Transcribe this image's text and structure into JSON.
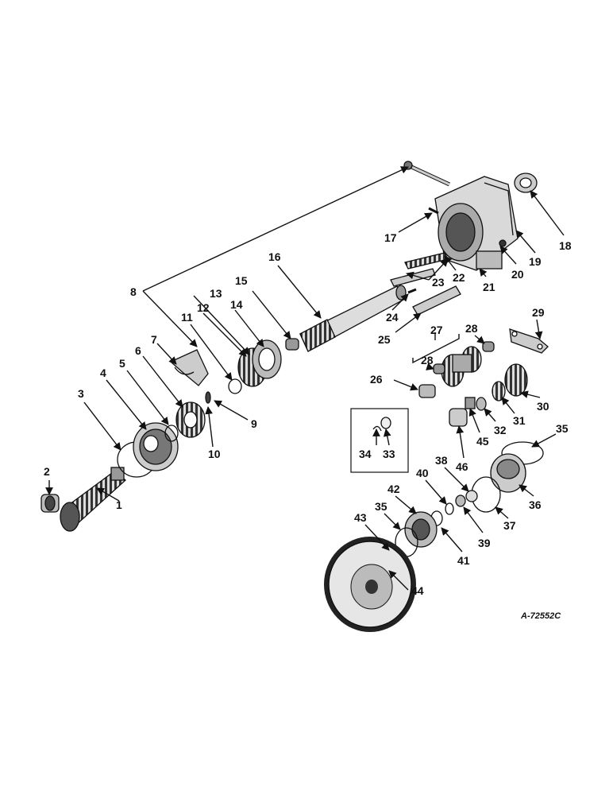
{
  "diagram": {
    "drawing_code": "A-72552C",
    "callouts": [
      "1",
      "2",
      "3",
      "4",
      "5",
      "6",
      "7",
      "8",
      "9",
      "10",
      "11",
      "12",
      "13",
      "14",
      "15",
      "16",
      "17",
      "18",
      "19",
      "20",
      "21",
      "22",
      "23",
      "24",
      "25",
      "26",
      "27",
      "28",
      "28",
      "29",
      "30",
      "31",
      "32",
      "33",
      "34",
      "35",
      "35",
      "36",
      "37",
      "38",
      "39",
      "40",
      "41",
      "42",
      "43",
      "44",
      "45",
      "46"
    ]
  }
}
